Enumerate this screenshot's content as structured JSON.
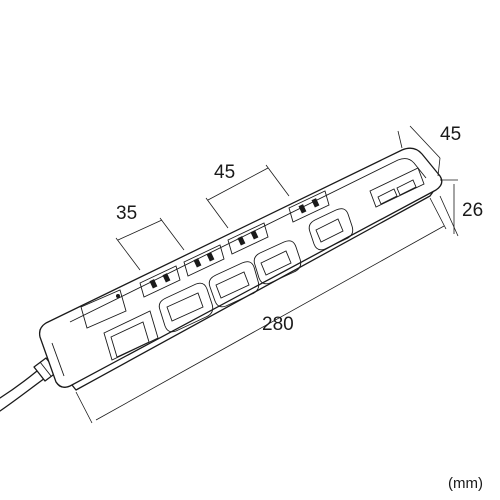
{
  "dimensions": {
    "outlet_pitch": "35",
    "tap_width_upper": "45",
    "depth": "45",
    "height": "26",
    "length": "280"
  },
  "unit_label": "(mm)"
}
